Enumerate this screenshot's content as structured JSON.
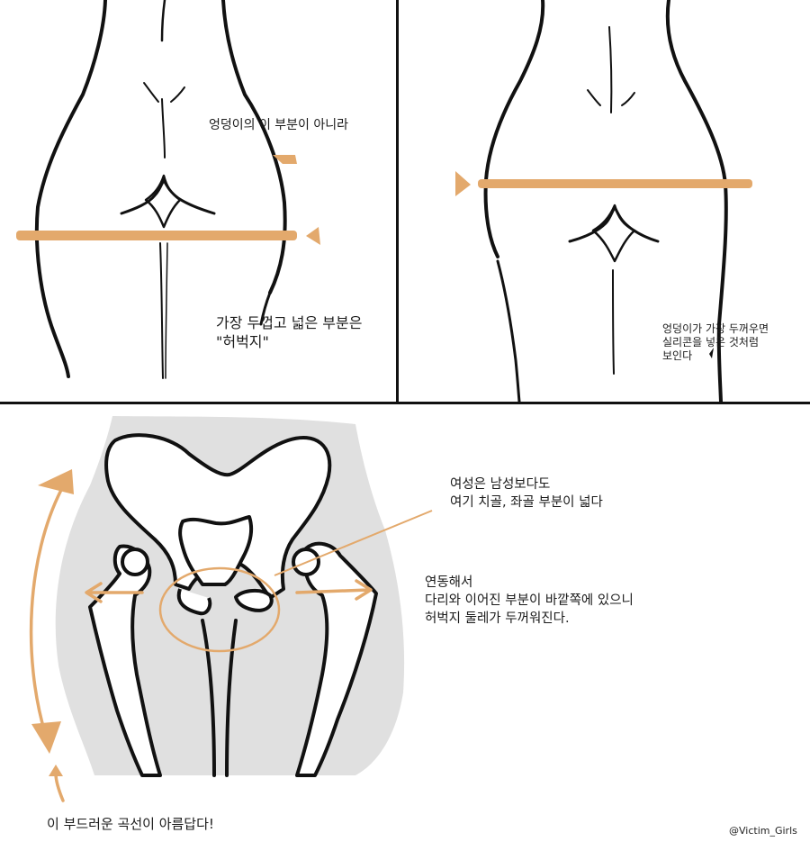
{
  "panels": {
    "top_left": {
      "note_top": "엉덩이의 이 부분이 아니라",
      "note_bottom": "가장 두껍고 넓은 부분은\n\"허벅지\""
    },
    "top_right": {
      "note": "엉덩이가 가장 두꺼우면\n실리콘을 넣은 것처럼\n보인다"
    },
    "bottom": {
      "note_1": "여성은 남성보다도\n여기 치골, 좌골 부분이 넓다",
      "note_2": "연동해서\n다리와 이어진 부분이 바깥쪽에 있으니\n허벅지 둘레가 두꺼워진다.",
      "note_3": "이 부드러운 곡선이 아름답다!"
    }
  },
  "credit": "@Victim_Girls",
  "colors": {
    "accent": "#E3A96C",
    "ink": "#111111",
    "shading": "#E0E0E0"
  }
}
